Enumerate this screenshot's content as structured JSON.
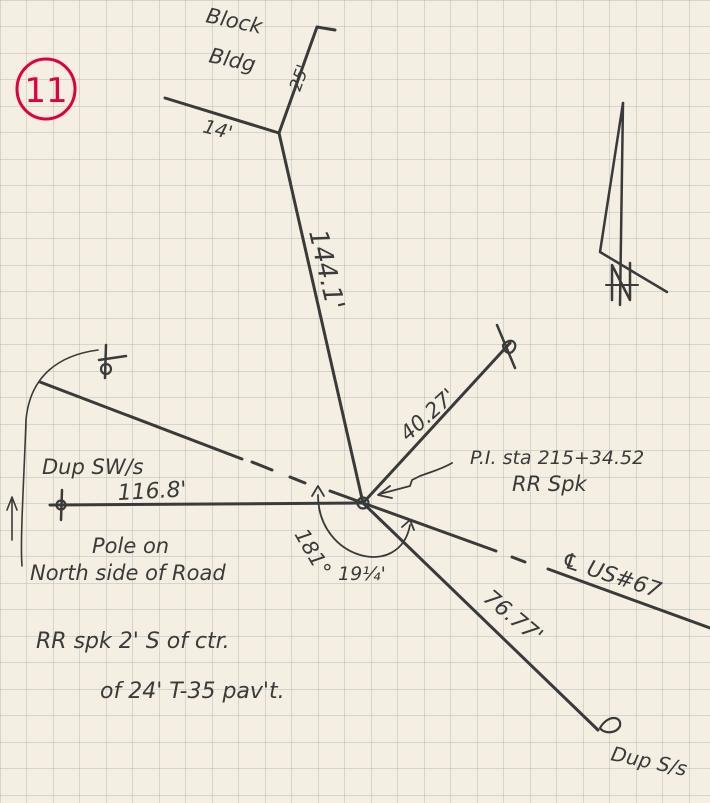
{
  "sheet_number": "11",
  "labels": {
    "block_bldg_line1": "Block",
    "block_bldg_line2": "Bldg",
    "bldg_dim_short": "25'",
    "bldg_dim_long": "14'",
    "dist_to_bldg": "144.1'",
    "dist_to_pole": "40.27'",
    "pi_station": "P.I. sta 215+34.52",
    "rr_spike": "RR Spk",
    "dup_sw": "Dup SW/s",
    "dist_to_dup_sw": "116.8'",
    "pole_line1": "Pole on",
    "pole_line2": "North side of Road",
    "angle_1": "181°",
    "angle_2": "19¼'",
    "centerline_label": "℄ US#67",
    "dist_to_dup_s": "76.77'",
    "dup_s": "Dup S/s",
    "note_line1": "RR spk 2' S of ctr.",
    "note_line2": "of 24' T-35 pav't."
  },
  "colors": {
    "paper": "#f4efe2",
    "grid": "#b4bdb6",
    "ink": "#3a3a3a",
    "circle": "#e0003c"
  },
  "icons": {
    "north_arrow": "north-arrow-icon"
  }
}
